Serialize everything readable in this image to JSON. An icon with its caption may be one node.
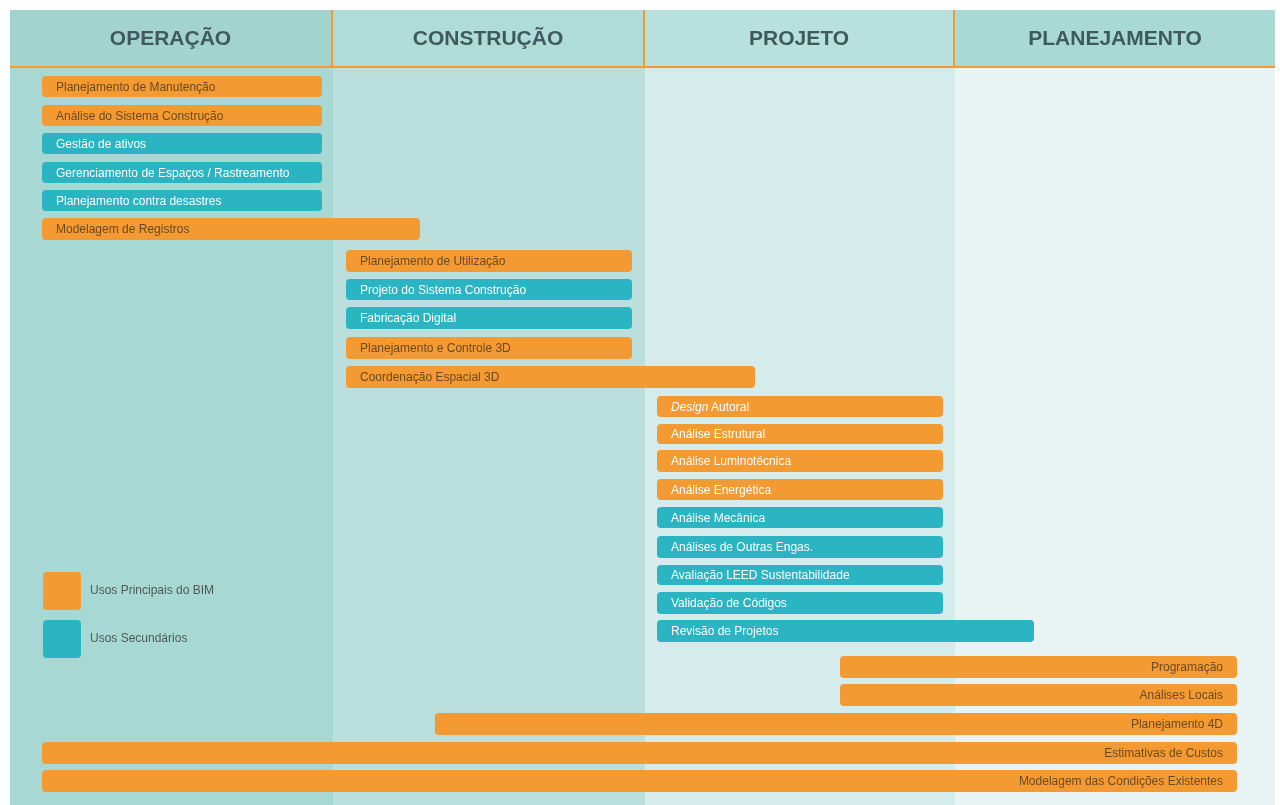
{
  "diagram": {
    "nodes": [
      {
        "text": [
          "OPERAÇÃO"
        ]
      },
      {
        "text": [
          "CONSTRUÇÃO"
        ]
      },
      {
        "text": [
          "PROJETO"
        ]
      },
      {
        "text": [
          "PLANEJAMENTO"
        ]
      },
      {
        "text": [
          "Planejamento de Manutenção"
        ]
      },
      {
        "text": [
          "Análise do Sistema Construção"
        ]
      },
      {
        "text": [
          "Gestão de ativos"
        ]
      },
      {
        "text": [
          "Gerenciamento de Espaços / Rastreamento"
        ]
      },
      {
        "text": [
          "Planejamento contra desastres"
        ]
      },
      {
        "text": [
          "Modelagem de Registros"
        ]
      },
      {
        "text": [
          "Planejamento de Utilização"
        ]
      },
      {
        "text": [
          "Projeto do Sistema Construção"
        ]
      },
      {
        "text": [
          "Fabricação Digital"
        ]
      },
      {
        "text": [
          "Planejamento e Controle 3D"
        ]
      },
      {
        "text": [
          "Coordenação Espacial 3D"
        ]
      },
      {
        "text": [
          "*Design* Autoral"
        ]
      },
      {
        "text": [
          "Análise Estrutural"
        ]
      },
      {
        "text": [
          "Análise Luminotécnica"
        ]
      },
      {
        "text": [
          "Análise Energética"
        ]
      },
      {
        "text": [
          "Análise Mecânica"
        ]
      },
      {
        "text": [
          "Análises de Outras Engas."
        ]
      },
      {
        "text": [
          "Avaliação LEED Sustentabilidade"
        ]
      },
      {
        "text": [
          "Validação de Códigos"
        ]
      },
      {
        "text": [
          "Revisão de Projetos"
        ]
      },
      {
        "text": [
          "Programação"
        ]
      },
      {
        "text": [
          "Análises Locais"
        ]
      },
      {
        "text": [
          "Planejamento 4D"
        ]
      },
      {
        "text": [
          "Estimativas de Custos"
        ]
      },
      {
        "text": [
          "Modelagem das Condições Existentes"
        ]
      }
    ],
    "legend": [
      {
        "text": "Usos Principais do BIM",
        "color": "#f39a32"
      },
      {
        "text": "Usos Secundários",
        "color": "#2bb5c3"
      }
    ]
  }
}
